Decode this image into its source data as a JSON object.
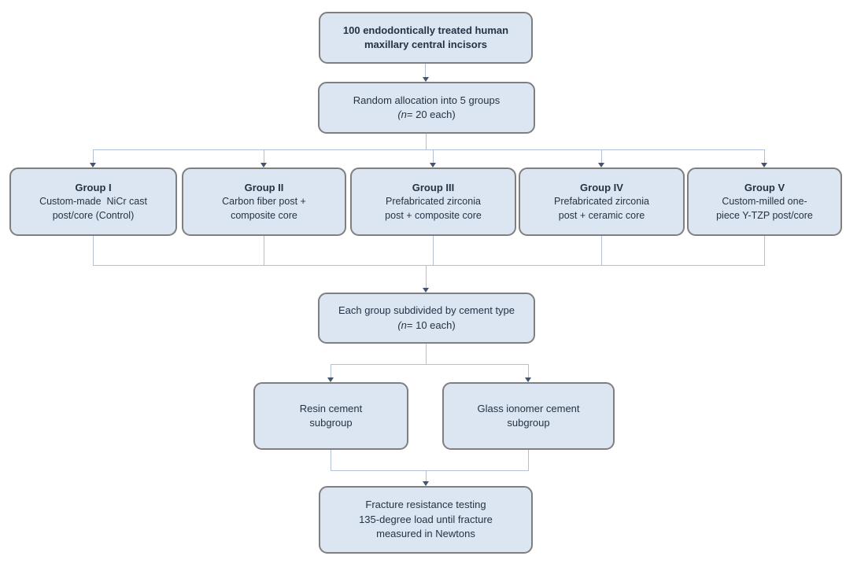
{
  "diagram": {
    "top_box": {
      "line1": "100 endodontically treated human",
      "line2": "maxillary central incisors"
    },
    "random_box": {
      "line1": "Random allocation into 5 groups",
      "n_pre": "(",
      "n": "n",
      "n_post": "= 20 each)"
    },
    "groups": [
      {
        "title": "Group I",
        "line1": "Custom-made  NiCr cast",
        "line2": "post/core (Control)"
      },
      {
        "title": "Group II",
        "line1": "Carbon fiber post +",
        "line2": "composite core"
      },
      {
        "title": "Group III",
        "line1": "Prefabricated zirconia",
        "line2": "post + composite core"
      },
      {
        "title": "Group IV",
        "line1": "Prefabricated zirconia",
        "line2": "post + ceramic core"
      },
      {
        "title": "Group V",
        "line1": "Custom-milled one-",
        "line2": "piece Y-TZP post/core"
      }
    ],
    "subdivide_box": {
      "line1": "Each group subdivided by cement type",
      "n_pre": "(",
      "n": "n",
      "n_post": "= 10 each)"
    },
    "subgroups": [
      {
        "line1": "Resin cement",
        "line2": "subgroup"
      },
      {
        "line1": "Glass ionomer cement",
        "line2": "subgroup"
      }
    ],
    "outcome_box": {
      "line1": "Fracture resistance testing",
      "line2": "135-degree load until fracture",
      "line3": "measured in Newtons"
    },
    "colors": {
      "box_fill": "#dce6f2",
      "box_border": "#7f7f7f",
      "connector": "#b0c0d8",
      "arrowhead": "#44546a",
      "text": "#253345"
    }
  }
}
